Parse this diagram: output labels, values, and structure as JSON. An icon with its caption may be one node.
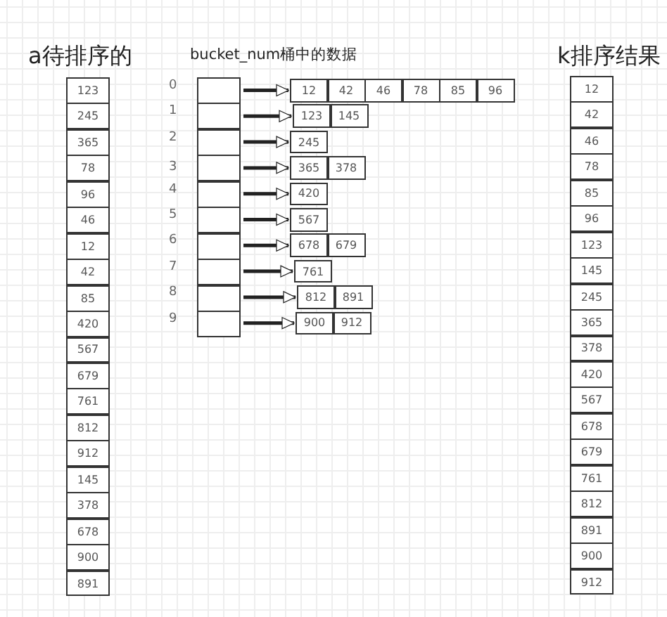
{
  "diagram": {
    "nodes": [
      {
        "text": [
          "123"
        ]
      },
      {
        "text": [
          "245"
        ]
      },
      {
        "text": [
          "365"
        ]
      },
      {
        "text": [
          "78"
        ]
      },
      {
        "text": [
          "96"
        ]
      },
      {
        "text": [
          "46"
        ]
      },
      {
        "text": [
          "12"
        ]
      },
      {
        "text": [
          "42"
        ]
      },
      {
        "text": [
          "85"
        ]
      },
      {
        "text": [
          "420"
        ]
      },
      {
        "text": [
          "567"
        ]
      },
      {
        "text": [
          "679"
        ]
      },
      {
        "text": [
          "761"
        ]
      },
      {
        "text": [
          "812"
        ]
      },
      {
        "text": [
          "912"
        ]
      },
      {
        "text": [
          "145"
        ]
      },
      {
        "text": [
          "378"
        ]
      },
      {
        "text": [
          "678"
        ]
      },
      {
        "text": [
          "900"
        ]
      },
      {
        "text": [
          "891"
        ]
      },
      {
        "text": [],
        "shape": "box"
      },
      {
        "text": [],
        "shape": "box"
      },
      {
        "text": [],
        "shape": "box"
      },
      {
        "text": [],
        "shape": "box"
      },
      {
        "text": [],
        "shape": "box"
      },
      {
        "text": [],
        "shape": "box"
      },
      {
        "text": [],
        "shape": "box"
      },
      {
        "text": [],
        "shape": "box"
      },
      {
        "text": [],
        "shape": "box"
      },
      {
        "text": [],
        "shape": "box"
      },
      {
        "text": [
          "12"
        ]
      },
      {
        "text": [
          "42"
        ]
      },
      {
        "text": [
          "46"
        ]
      },
      {
        "text": [
          "78"
        ]
      },
      {
        "text": [
          "85"
        ]
      },
      {
        "text": [
          "96"
        ]
      },
      {
        "text": [
          "123"
        ]
      },
      {
        "text": [
          "145"
        ]
      },
      {
        "text": [
          "245"
        ]
      },
      {
        "text": [
          "365"
        ]
      },
      {
        "text": [
          "378"
        ]
      },
      {
        "text": [
          "420"
        ]
      },
      {
        "text": [
          "567"
        ]
      },
      {
        "text": [
          "678"
        ]
      },
      {
        "text": [
          "679"
        ]
      },
      {
        "text": [
          "761"
        ]
      },
      {
        "text": [
          "812"
        ]
      },
      {
        "text": [
          "891"
        ]
      },
      {
        "text": [
          "900"
        ]
      },
      {
        "text": [
          "912"
        ]
      },
      {
        "text": [
          "12"
        ]
      },
      {
        "text": [
          "42"
        ]
      },
      {
        "text": [
          "46"
        ]
      },
      {
        "text": [
          "78"
        ]
      },
      {
        "text": [
          "85"
        ]
      },
      {
        "text": [
          "96"
        ]
      },
      {
        "text": [
          "123"
        ]
      },
      {
        "text": [
          "145"
        ]
      },
      {
        "text": [
          "245"
        ]
      },
      {
        "text": [
          "365"
        ]
      },
      {
        "text": [
          "378"
        ]
      },
      {
        "text": [
          "420"
        ]
      },
      {
        "text": [
          "567"
        ]
      },
      {
        "text": [
          "678"
        ]
      },
      {
        "text": [
          "679"
        ]
      },
      {
        "text": [
          "761"
        ]
      },
      {
        "text": [
          "812"
        ]
      },
      {
        "text": [
          "891"
        ]
      },
      {
        "text": [
          "900"
        ]
      },
      {
        "text": [
          "912"
        ]
      }
    ],
    "edges": [
      {
        "from": 20,
        "to": 30,
        "arrow": "to"
      },
      {
        "from": 21,
        "to": 36,
        "arrow": "to"
      },
      {
        "from": 22,
        "to": 38,
        "arrow": "to"
      },
      {
        "from": 23,
        "to": 39,
        "arrow": "to"
      },
      {
        "from": 24,
        "to": 41,
        "arrow": "to"
      },
      {
        "from": 25,
        "to": 42,
        "arrow": "to"
      },
      {
        "from": 26,
        "to": 43,
        "arrow": "to"
      },
      {
        "from": 27,
        "to": 45,
        "arrow": "to"
      },
      {
        "from": 28,
        "to": 46,
        "arrow": "to"
      },
      {
        "from": 29,
        "to": 48,
        "arrow": "to"
      }
    ],
    "labels": [
      "a待排序的",
      "bucket_num桶中的数据",
      "k排序结果",
      "0",
      "1",
      "2",
      "3",
      "4",
      "5",
      "6",
      "7",
      "8",
      "9"
    ]
  }
}
